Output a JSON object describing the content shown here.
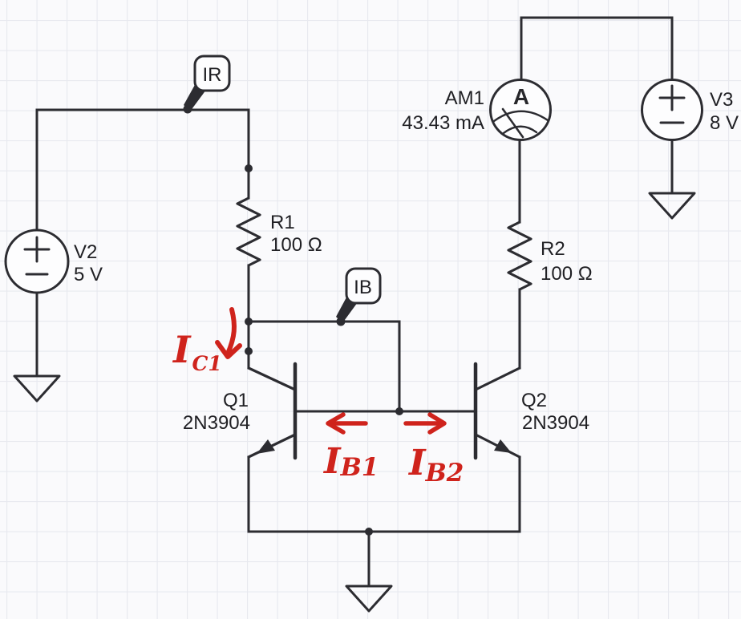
{
  "colors": {
    "wire": "#2c2c31",
    "label": "#202024",
    "handwriting_ink": "#cf231c",
    "background": "#fafafc",
    "grid": "#e8e9ef",
    "component_fill": "#fdfdfe"
  },
  "components": {
    "v2": {
      "ref": "V2",
      "value": "5 V"
    },
    "v3": {
      "ref": "V3",
      "value": "8 V"
    },
    "r1": {
      "ref": "R1",
      "value": "100 Ω"
    },
    "r2": {
      "ref": "R2",
      "value": "100 Ω"
    },
    "am1": {
      "ref": "AM1",
      "value": "43.43 mA",
      "dial": "A"
    },
    "q1": {
      "ref": "Q1",
      "part": "2N3904"
    },
    "q2": {
      "ref": "Q2",
      "part": "2N3904"
    }
  },
  "probes": {
    "ir": {
      "label": "IR"
    },
    "ib": {
      "label": "IB"
    }
  },
  "annotations": {
    "ic1": {
      "main": "I",
      "sub": "C1"
    },
    "ib1": {
      "main": "I",
      "sub": "B1"
    },
    "ib2": {
      "main": "I",
      "sub": "B2"
    }
  }
}
